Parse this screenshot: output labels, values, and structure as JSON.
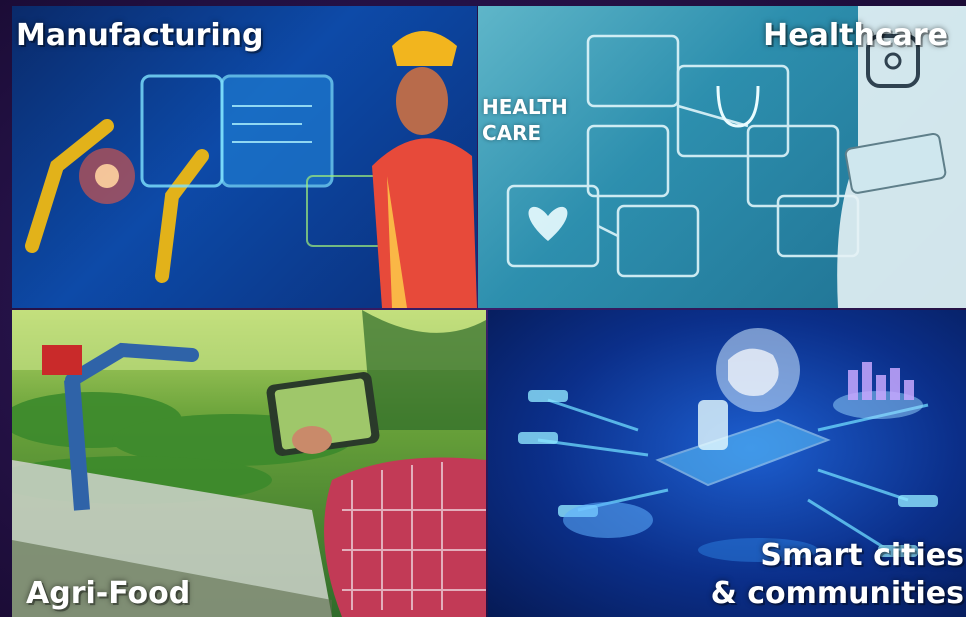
{
  "panels": {
    "manufacturing": {
      "label": "Manufacturing"
    },
    "healthcare": {
      "label": "Healthcare",
      "sublabel_line1": "HEALTH",
      "sublabel_line2": "CARE"
    },
    "agrifood": {
      "label": "Agri-Food"
    },
    "smart_cities": {
      "label_line1": "Smart cities",
      "label_line2": "& communities"
    }
  },
  "colors": {
    "manufacturing": "#0d4aa8",
    "healthcare": "#2d8fae",
    "agrifood": "#6aa33a",
    "smart_cities": "#0b2f8a",
    "frame": "#2a1650"
  }
}
